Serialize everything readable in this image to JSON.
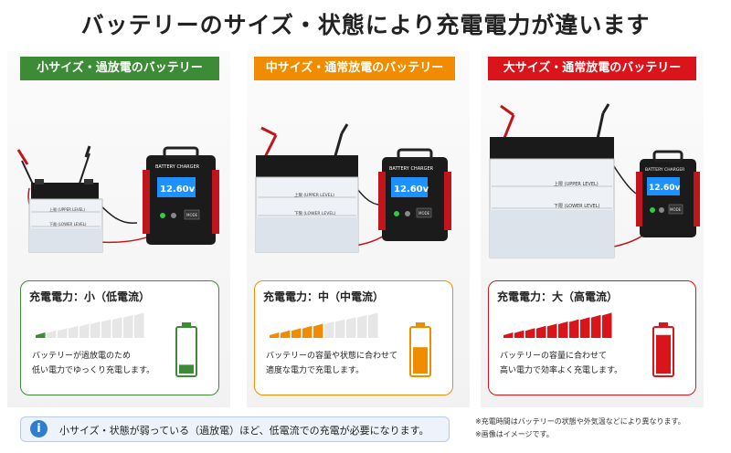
{
  "title": "バッテリーのサイズ・状態により充電電力が違います",
  "columns": [
    {
      "header": "小サイズ・過放電のバッテリー",
      "card_title": "充電電力：小（低電流）",
      "desc_line1": "バッテリーが過放電のため",
      "desc_line2": "低い電力でゆっくり充電します。",
      "battery_label_upper": "上限 (UPPER LEVEL)",
      "battery_label_lower": "下限 (LOWER LEVEL)",
      "charger_brand": "BATTERY CHARGER",
      "charger_display": "12.60v",
      "charger_mode": "MODE",
      "accent_color": "#3d8b37",
      "power_level_bars": 1,
      "battery_fill": 0.2
    },
    {
      "header": "中サイズ・通常放電のバッテリー",
      "card_title": "充電電力：中（中電流）",
      "desc_line1": "バッテリーの容量や状態に合わせて",
      "desc_line2": "適度な電力で充電します。",
      "battery_label_upper": "上限 (UPPER LEVEL)",
      "battery_label_lower": "下限 (LOWER LEVEL)",
      "charger_brand": "BATTERY CHARGER",
      "charger_display": "12.60v",
      "charger_mode": "MODE",
      "accent_color": "#f08c00",
      "power_level_bars": 5,
      "battery_fill": 0.6
    },
    {
      "header": "大サイズ・通常放電のバッテリー",
      "card_title": "充電電力：大（高電流）",
      "desc_line1": "バッテリーの容量に合わせて",
      "desc_line2": "高い電力で効率よく充電します。",
      "battery_label_upper": "上限 (UPPER LEVEL)",
      "battery_label_lower": "下限 (LOWER LEVEL)",
      "charger_brand": "BATTERY CHARGER",
      "charger_display": "12.60v",
      "charger_mode": "MODE",
      "accent_color": "#d9141b",
      "power_level_bars": 10,
      "battery_fill": 0.88
    }
  ],
  "info_text": "小サイズ・状態が弱っている（過放電）ほど、低電流での充電が必要になります。",
  "note1": "※充電時間はバッテリーの状態や外気温などにより異なります。",
  "note2": "※画像はイメージです。"
}
